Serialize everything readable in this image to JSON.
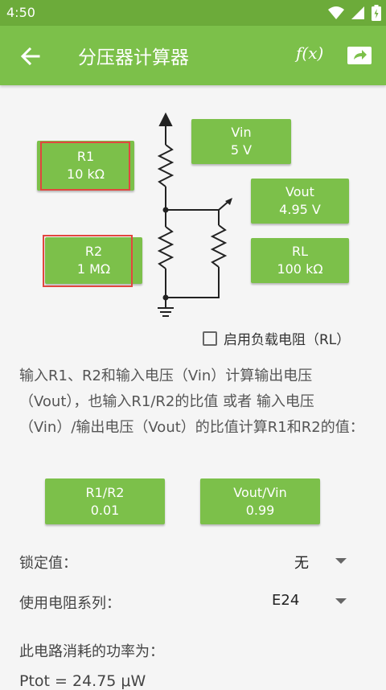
{
  "status": {
    "time": "4:50"
  },
  "app": {
    "title": "分压器计算器",
    "formula_label": "f(x)"
  },
  "circuit": {
    "r1": {
      "label": "R1",
      "value": "10 kΩ"
    },
    "r2": {
      "label": "R2",
      "value": "1 MΩ"
    },
    "vin": {
      "label": "Vin",
      "value": "5 V"
    },
    "vout": {
      "label": "Vout",
      "value": "4.95 V"
    },
    "rl": {
      "label": "RL",
      "value": "100 kΩ"
    }
  },
  "load": {
    "label": "启用负载电阻（RL）",
    "checked": false
  },
  "description": "输入R1、R2和输入电压（Vin）计算输出电压（Vout），也输入R1/R2的比值 或者 输入电压（Vin）/输出电压（Vout）的比值计算R1和R2的值：",
  "ratios": {
    "r1r2": {
      "label": "R1/R2",
      "value": "0.01"
    },
    "voutvin": {
      "label": "Vout/Vin",
      "value": "0.99"
    }
  },
  "lock": {
    "label": "锁定值：",
    "value": "无"
  },
  "series": {
    "label": "使用电阻系列：",
    "value": "E24"
  },
  "power": {
    "label": "此电路消耗的功率为：",
    "value": "Ptot = 24.75 μW"
  }
}
